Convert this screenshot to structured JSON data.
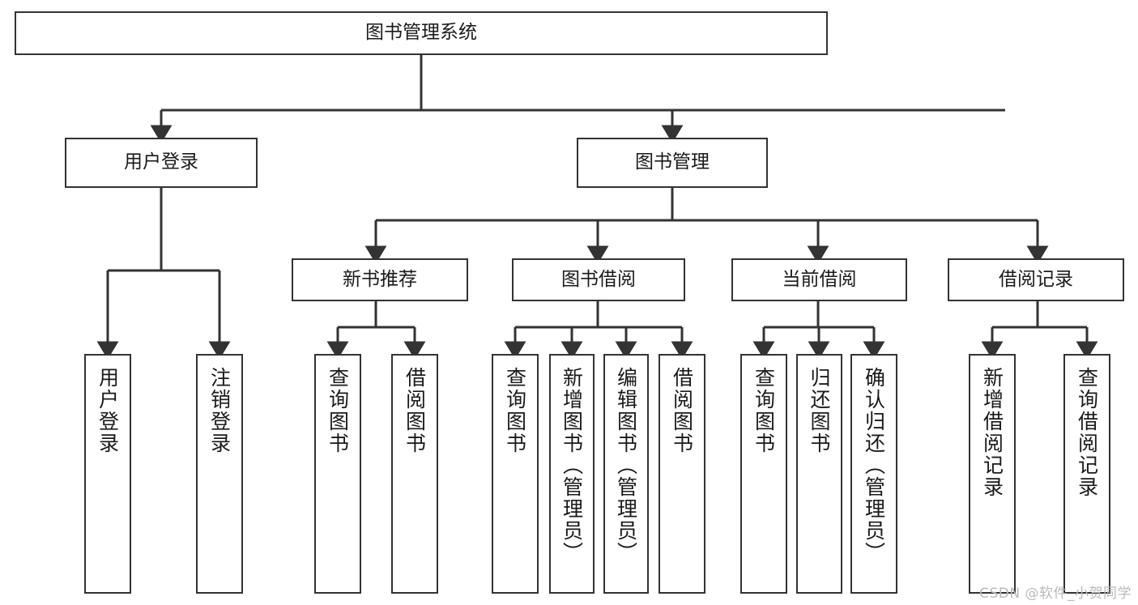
{
  "diagram": {
    "title": "图书管理系统",
    "type": "tree-hierarchy-chart",
    "colors": {
      "box_border": "#333333",
      "box_fill": "#ffffff",
      "edge": "#333333",
      "text": "#1a1a1a",
      "watermark": "#b9b9b9",
      "background": "#ffffff"
    },
    "watermark": "CSDN @软件_小贺同学",
    "nodes": {
      "root": {
        "label": "图书管理系统"
      },
      "level1": [
        {
          "label": "用户登录"
        },
        {
          "label": "图书管理"
        }
      ],
      "level2": [
        {
          "label": "新书推荐"
        },
        {
          "label": "图书借阅"
        },
        {
          "label": "当前借阅"
        },
        {
          "label": "借阅记录"
        }
      ],
      "leaves": {
        "user_login": [
          {
            "label": "用户登录"
          },
          {
            "label": "注销登录"
          }
        ],
        "new_book_recommend": [
          {
            "label": "查询图书"
          },
          {
            "label": "借阅图书"
          }
        ],
        "book_borrow": [
          {
            "label": "查询图书"
          },
          {
            "label": "新增图书（管理员）"
          },
          {
            "label": "编辑图书（管理员）"
          },
          {
            "label": "借阅图书"
          }
        ],
        "current_borrow": [
          {
            "label": "查询图书"
          },
          {
            "label": "归还图书"
          },
          {
            "label": "确认归还（管理员）"
          }
        ],
        "borrow_records": [
          {
            "label": "新增借阅记录"
          },
          {
            "label": "查询借阅记录"
          }
        ]
      }
    }
  }
}
